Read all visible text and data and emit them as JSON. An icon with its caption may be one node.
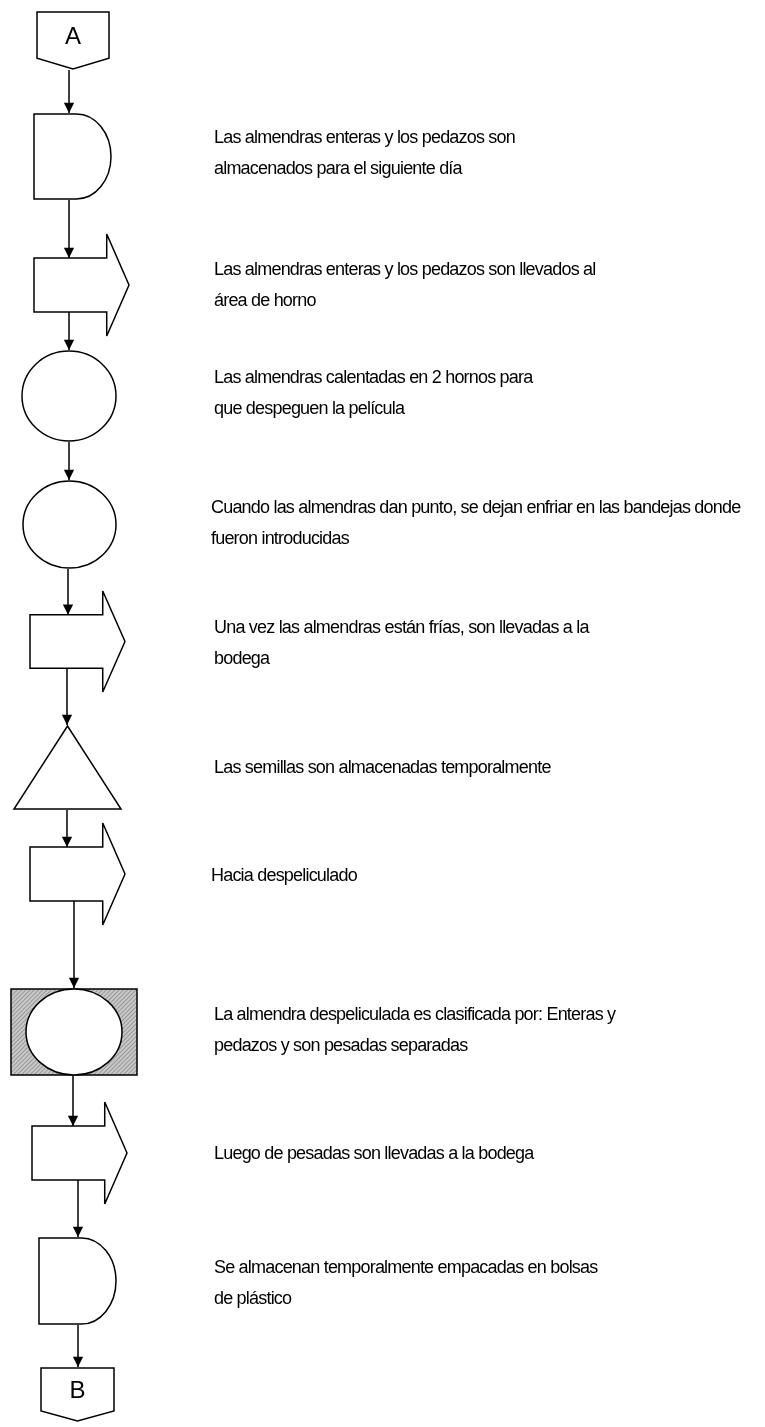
{
  "diagram": {
    "nodes": [
      {
        "text": [
          "A"
        ]
      },
      {
        "text": [],
        "shape": "delay"
      },
      {
        "text": [],
        "shape": "arrow"
      },
      {
        "text": [],
        "shape": "circle"
      },
      {
        "text": [],
        "shape": "circle"
      },
      {
        "text": [],
        "shape": "arrow"
      },
      {
        "text": [],
        "shape": "triangle"
      },
      {
        "text": [],
        "shape": "arrow"
      },
      {
        "text": [],
        "shape": "boxed-circle"
      },
      {
        "text": [],
        "shape": "arrow"
      },
      {
        "text": [],
        "shape": "delay"
      },
      {
        "text": [
          "B"
        ]
      }
    ],
    "edges": [
      {
        "from": 0,
        "to": 1,
        "arrow": "to"
      },
      {
        "from": 1,
        "to": 2,
        "arrow": "to"
      },
      {
        "from": 2,
        "to": 3,
        "arrow": "to"
      },
      {
        "from": 3,
        "to": 4,
        "arrow": "to"
      },
      {
        "from": 4,
        "to": 5,
        "arrow": "to"
      },
      {
        "from": 5,
        "to": 6,
        "arrow": "to"
      },
      {
        "from": 6,
        "to": 7,
        "arrow": "to"
      },
      {
        "from": 7,
        "to": 8,
        "arrow": "to"
      },
      {
        "from": 8,
        "to": 9,
        "arrow": "to"
      },
      {
        "from": 9,
        "to": 10,
        "arrow": "to"
      },
      {
        "from": 10,
        "to": 11,
        "arrow": "to"
      }
    ],
    "labels": [
      "Las almendras enteras y los pedazos son almacenados para el siguiente día",
      "Las almendras enteras y los pedazos son llevados al área de horno",
      "Las almendras calentadas en 2 hornos para que despeguen la película",
      "Cuando las almendras dan punto, se dejan enfriar en las bandejas donde fueron introducidas",
      "Una vez las almendras están frías, son llevadas a la bodega",
      "Las semillas son almacenadas temporalmente",
      "Hacia despeliculado",
      "La almendra despeliculada es clasificada por: Enteras y pedazos y son pesadas separadas",
      "Luego de pesadas son llevadas a la bodega",
      "Se almacenan temporalmente empacadas en bolsas de plástico"
    ]
  }
}
